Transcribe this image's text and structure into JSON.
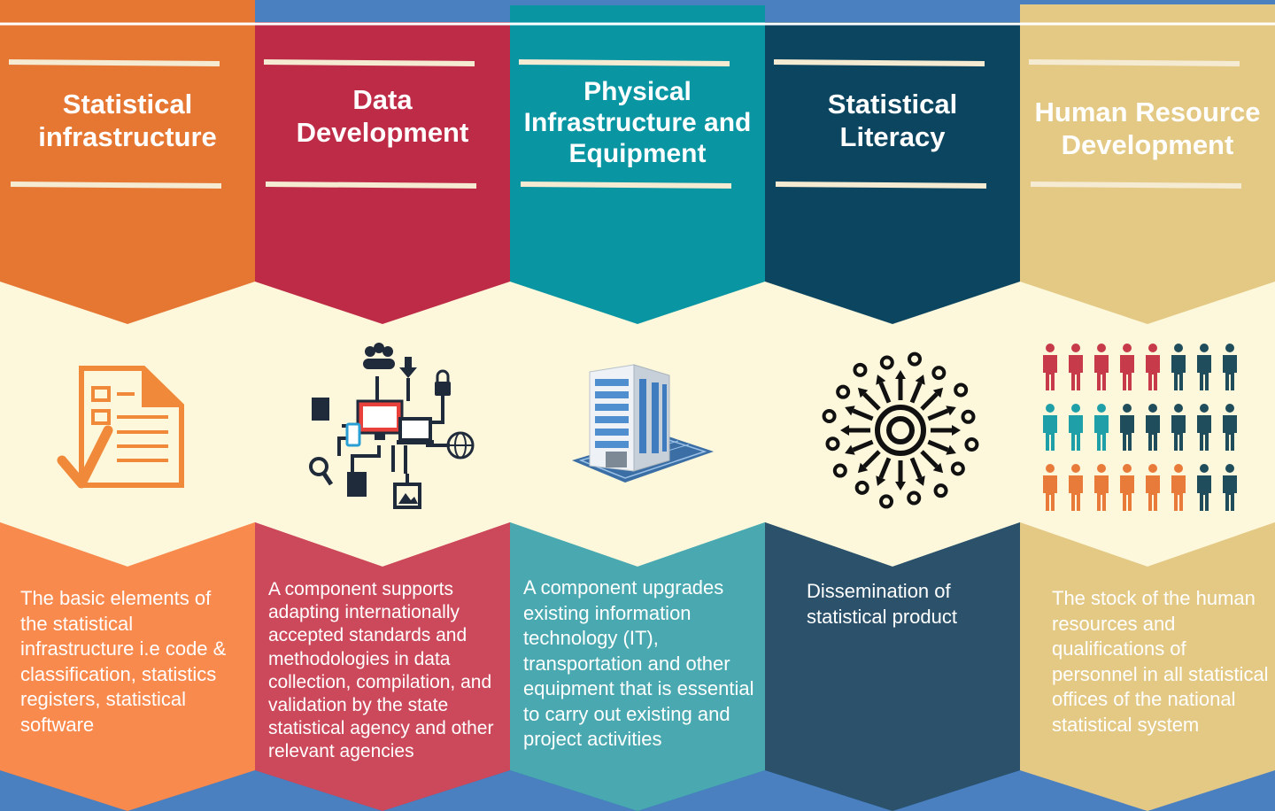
{
  "columns": [
    {
      "id": "statistical-infrastructure",
      "title_lines": [
        "Statistical",
        "infrastructure"
      ],
      "description": "The basic elements of the statistical infrastructure i.e code & classification, statistics registers, statistical software",
      "icon": "checklist-document-icon",
      "colors": {
        "top": "#e57733",
        "bottom": "#f98a4e",
        "icon": "#f08a3a"
      }
    },
    {
      "id": "data-development",
      "title_lines": [
        "Data",
        "Development"
      ],
      "description": "A component supports adapting internationally accepted standards and methodologies in data collection, compilation, and validation by the state statistical agency and other relevant agencies",
      "icon": "data-network-icon",
      "colors": {
        "top": "#be2b46",
        "bottom": "#cc495b",
        "icon": "#1f2a3a"
      }
    },
    {
      "id": "physical-infrastructure",
      "title_lines": [
        "Physical",
        "Infrastructure and",
        "Equipment"
      ],
      "description": "A component upgrades existing information technology (IT), transportation and other equipment that is essential to carry out existing and project activities",
      "icon": "office-building-icon",
      "colors": {
        "top": "#0a95a3",
        "bottom": "#4aa9b0",
        "icon": "#3a6ea5"
      }
    },
    {
      "id": "statistical-literacy",
      "title_lines": [
        "Statistical",
        "Literacy"
      ],
      "description": "Dissemination of statistical product",
      "icon": "dissemination-burst-icon",
      "colors": {
        "top": "#0c4560",
        "bottom": "#2b516b",
        "icon": "#111111"
      }
    },
    {
      "id": "human-resource-development",
      "title_lines": [
        "Human Resource",
        "Development"
      ],
      "description": "The stock of the human resources and qualifications of personnel in all statistical offices of the national statistical system",
      "icon": "people-grid-icon",
      "colors": {
        "top": "#e4c985",
        "bottom": "#e4c985",
        "icon": "#c63a4a"
      }
    }
  ],
  "colors": {
    "middle_band": "#fdf7dc",
    "base": "#4a7fc0",
    "rule": "#f5ead2"
  }
}
